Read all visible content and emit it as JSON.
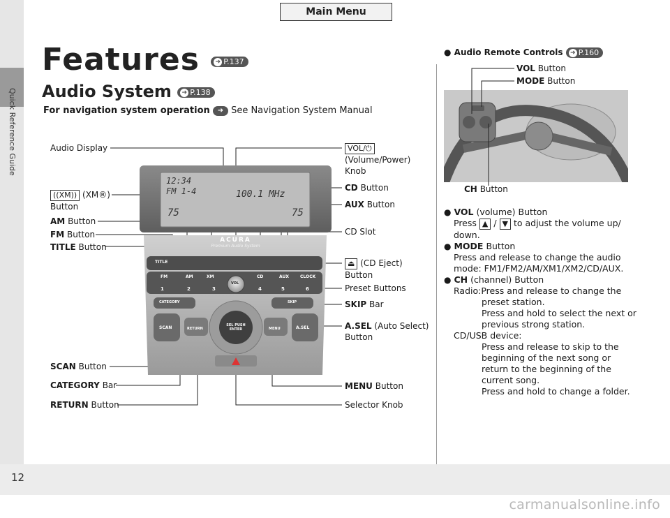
{
  "nav": {
    "main_menu": "Main Menu",
    "side_label": "Quick Reference Guide",
    "page_number": "12"
  },
  "header": {
    "title": "Features",
    "title_ref": "P.137",
    "subtitle": "Audio System",
    "subtitle_ref": "P.138",
    "nav_note_bold": "For navigation system operation",
    "nav_note_rest": "See Navigation System Manual"
  },
  "labels": {
    "audio_display": "Audio Display",
    "xm_key": "((XM))",
    "xm_suffix": "(XM®)",
    "xm_button": "Button",
    "am_bold": "AM",
    "am_rest": "Button",
    "fm_bold": "FM",
    "fm_rest": "Button",
    "title_bold": "TITLE",
    "title_rest": "Button",
    "scan_bold": "SCAN",
    "scan_rest": "Button",
    "category_bold": "CATEGORY",
    "category_rest": "Bar",
    "return_bold": "RETURN",
    "return_rest": "Button",
    "vol_key": "VOL/⏻",
    "vol_line1": "(Volume/Power)",
    "vol_line2": "Knob",
    "cd_bold": "CD",
    "cd_rest": "Button",
    "aux_bold": "AUX",
    "aux_rest": "Button",
    "cd_slot": "CD Slot",
    "eject_key": "⏏",
    "eject_line1": "(CD Eject)",
    "eject_line2": "Button",
    "preset": "Preset Buttons",
    "skip_bold": "SKIP",
    "skip_rest": "Bar",
    "asel_bold": "A.SEL",
    "asel_rest": "(Auto Select)",
    "asel_line2": "Button",
    "menu_bold": "MENU",
    "menu_rest": "Button",
    "selector": "Selector Knob"
  },
  "head_unit": {
    "clock": "12:34",
    "band": "FM 1-4",
    "freq": "100.1 MHz",
    "temp_left": "75",
    "temp_right": "75",
    "brand": "ACURA",
    "brand_sub": "Premium Audio System",
    "buttons": [
      "TITLE",
      "FM",
      "AM",
      "XM",
      "CD",
      "AUX",
      "CLOCK",
      "SCAN",
      "RETURN",
      "MENU",
      "A.SEL",
      "CATEGORY",
      "SKIP",
      "SEL PUSH ENTER",
      "VOL"
    ],
    "presets": [
      "1",
      "2",
      "3",
      "4",
      "5",
      "6"
    ]
  },
  "remote": {
    "heading": "Audio Remote Controls",
    "heading_ref": "P.160",
    "vol_bold": "VOL",
    "vol_rest": "Button",
    "mode_bold": "MODE",
    "mode_rest": "Button",
    "ch_bold": "CH",
    "ch_rest": "Button"
  },
  "descriptions": {
    "vol_title_bold": "VOL",
    "vol_title_rest": "(volume) Button",
    "vol_body_1": "Press",
    "vol_body_2": "/",
    "vol_body_3": "to adjust the volume up/",
    "vol_body_4": "down.",
    "mode_title_bold": "MODE",
    "mode_title_rest": "Button",
    "mode_body_1": "Press and release to change the audio",
    "mode_body_2": "mode: FM1/FM2/AM/XM1/XM2/CD/AUX.",
    "ch_title_bold": "CH",
    "ch_title_rest": "(channel) Button",
    "radio_prefix": "Radio:",
    "radio_1": "Press and release to change the",
    "radio_2": "preset station.",
    "radio_3": "Press and hold to select the next or",
    "radio_4": "previous strong station.",
    "cd_prefix": "CD/USB device:",
    "cd_1": "Press and release to skip to the",
    "cd_2": "beginning of the next song or",
    "cd_3": "return to the beginning of the",
    "cd_4": "current song.",
    "cd_5": "Press and hold to change a folder."
  },
  "watermark": "carmanualsonline.info"
}
